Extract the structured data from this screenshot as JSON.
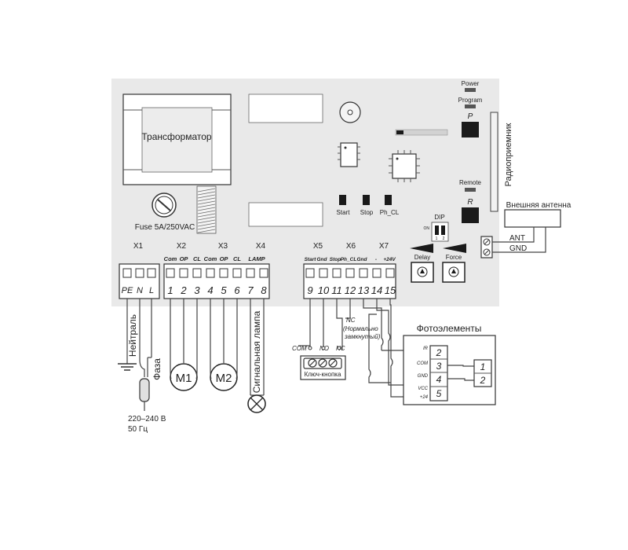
{
  "board": {
    "indicators": {
      "power": "Power",
      "program": "Program",
      "remote": "Remote"
    },
    "program_button_letter": "P",
    "remote_button_letter": "R",
    "transformer": "Трансформатор",
    "fuse": "Fuse 5A/250VAC",
    "radio_receiver": "Радиоприемник",
    "switches": [
      "Start",
      "Stop",
      "Ph_CL"
    ],
    "dip": {
      "label": "DIP",
      "on": "ON",
      "positions": [
        "1",
        "2"
      ]
    },
    "buttons": [
      "Delay",
      "Force"
    ]
  },
  "terminal_groups": [
    "X1",
    "X2",
    "X3",
    "X4",
    "X5",
    "X6",
    "X7"
  ],
  "terminal_labels_left": [
    "Com",
    "OP",
    "CL",
    "Com",
    "OP",
    "CL",
    "LAMP"
  ],
  "terminal_labels_right": [
    "Start",
    "Gnd",
    "Stop",
    "Ph_CL",
    "Gnd",
    "-",
    "+24V"
  ],
  "power_labels": [
    "PE",
    "N",
    "L"
  ],
  "terminal_numbers_left": [
    "1",
    "2",
    "3",
    "4",
    "5",
    "6",
    "7",
    "8"
  ],
  "terminal_numbers_right": [
    "9",
    "10",
    "11",
    "12",
    "13",
    "14",
    "15"
  ],
  "wiring": {
    "neutral": "Нейтраль",
    "phase": "Фаза",
    "supply_voltage": "220–240 В",
    "supply_freq": "50 Гц",
    "motor1": "M1",
    "motor2": "M2",
    "signal_lamp": "Сигнальная лампа",
    "nc_label": "NC",
    "nc_note_1": "(Нормально",
    "nc_note_2": "замкнутый)",
    "key_button": "Ключ-кнопка",
    "key_pins": [
      "COM",
      "NO",
      "NC"
    ]
  },
  "antenna": {
    "title": "Внешняя антенна",
    "ant": "ANT",
    "gnd": "GND"
  },
  "photocells": {
    "title": "Фотоэлементы",
    "tx_pins": [
      "2",
      "3",
      "4",
      "5"
    ],
    "tx_labels": [
      "IR",
      "COM",
      "GND",
      "VCC",
      "+24"
    ],
    "rx_pins": [
      "1",
      "2"
    ]
  }
}
